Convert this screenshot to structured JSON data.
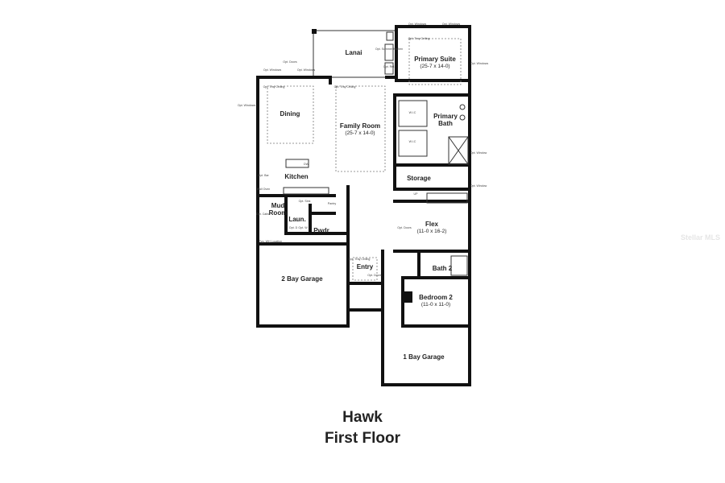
{
  "plan": {
    "name": "Hawk",
    "floor": "First Floor",
    "watermark": "Stellar MLS",
    "rooms": {
      "lanai": "Lanai",
      "primary_suite": "Primary Suite",
      "primary_suite_dim": "(25-7 x 14-0)",
      "dining": "Dining",
      "family_room": "Family Room",
      "family_room_dim": "(25-7 x 14-0)",
      "primary_bath": [
        "Primary",
        "Bath"
      ],
      "wic1": "W.I.C",
      "wic2": "W.I.C",
      "kitchen": "Kitchen",
      "storage": "Storage",
      "mud_room": [
        "Mud",
        "Room"
      ],
      "laundry": "Laun.",
      "pantry": "Pantry",
      "powder": "Pwdr",
      "flex": "Flex",
      "flex_dim": "(11-0 x 16-2)",
      "two_bay_garage": "2 Bay Garage",
      "entry": "Entry",
      "bath2": "Bath 2",
      "bedroom2": "Bedroom 2",
      "bedroom2_dim": "(11-0 x 11-0)",
      "one_bay_garage": "1 Bay Garage"
    },
    "notes": {
      "opt_windows_top1": "Opt. Windows",
      "opt_windows_top2": "Opt. Windows",
      "opt_windows_suite": "Opt. Windows",
      "opt_tray_suite": "Opt. Tray Ceiling",
      "opt_summer_kitchen": "Opt. Summer Kitchen",
      "opt_ref": "Opt. Ref.",
      "opt_doors": "Opt. Doors",
      "opt_windows_left1": "Opt. Windows",
      "opt_windows_left2": "Opt. Windows",
      "opt_windows_dining": "Opt. Windows",
      "opt_tray_dining": "Opt. Tray Ceiling",
      "opt_tray_family": "Opt. Tray Ceiling",
      "opt_window_bath": "Opt. Window",
      "opt_window_storage": "Opt. Window",
      "dw": "DW",
      "opt_bar": "Opt. Bar",
      "wall_oven": "Wall Oven",
      "opt_sink": "Opt. Sink",
      "opt_cabs": "Opt. Cabs",
      "opt_d": "Opt. D",
      "opt_w": "Opt. W",
      "typ_ww": "Typ. WH Location",
      "up": "UP",
      "opt_doors_flex": "Opt. Doors",
      "opt_tray_entry": "Opt. Tray Ceiling",
      "opt_doors_entry": "Opt. Doors"
    }
  }
}
